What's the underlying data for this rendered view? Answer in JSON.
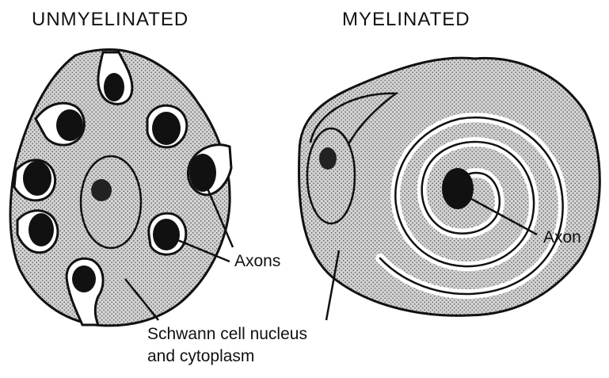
{
  "diagram": {
    "left_title": "UNMYELINATED",
    "right_title": "MYELINATED",
    "labels": {
      "axons": "Axons",
      "axon": "Axon",
      "schwann_line1": "Schwann cell nucleus",
      "schwann_line2": "and cytoplasm"
    }
  },
  "colors": {
    "ink": "#111111",
    "cytoplasm_fill": "#c7c7c7",
    "background": "#ffffff"
  }
}
